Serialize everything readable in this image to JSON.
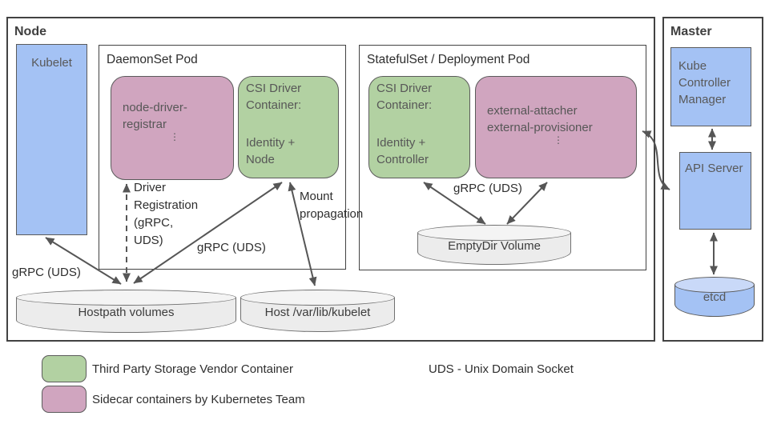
{
  "node": {
    "title": "Node",
    "kubelet_label": "Kubelet",
    "grpc_uds_kubelet": "gRPC (UDS)",
    "daemonset": {
      "title": "DaemonSet Pod",
      "registrar": {
        "line1": "node-driver-",
        "line2": "registrar",
        "more": "⋮"
      },
      "csi": {
        "line1": "CSI Driver",
        "line2": "Container:",
        "line3": "Identity +",
        "line4": "Node"
      },
      "driver_registration_label": "Driver\nRegistration\n(gRPC,\nUDS)",
      "grpc_uds_label": "gRPC (UDS)",
      "mount_propagation_label": "Mount\npropagation"
    },
    "statefulset": {
      "title": "StatefulSet / Deployment Pod",
      "csi": {
        "line1": "CSI Driver",
        "line2": "Container:",
        "line3": "Identity +",
        "line4": "Controller"
      },
      "sidecars": {
        "line1": "external-attacher",
        "line2": "external-provisioner",
        "more": "⋮"
      },
      "grpc_uds_label": "gRPC (UDS)",
      "emptydir_label": "EmptyDir Volume"
    },
    "hostpath_label": "Hostpath volumes",
    "host_kubelet_label": "Host /var/lib/kubelet"
  },
  "master": {
    "title": "Master",
    "kcm_label": "Kube Controller Manager",
    "api_server_label": "API Server",
    "etcd_label": "etcd"
  },
  "legend": {
    "third_party_label": "Third Party Storage Vendor Container",
    "sidecar_label": "Sidecar containers by Kubernetes Team",
    "uds_note": "UDS - Unix Domain Socket"
  },
  "colors": {
    "vendor_green": "#b2d1a2",
    "sidecar_pink": "#d0a5bf",
    "kubernetes_blue": "#a4c2f4",
    "volume_gray": "#ececec",
    "arrow_gray": "#565656"
  }
}
